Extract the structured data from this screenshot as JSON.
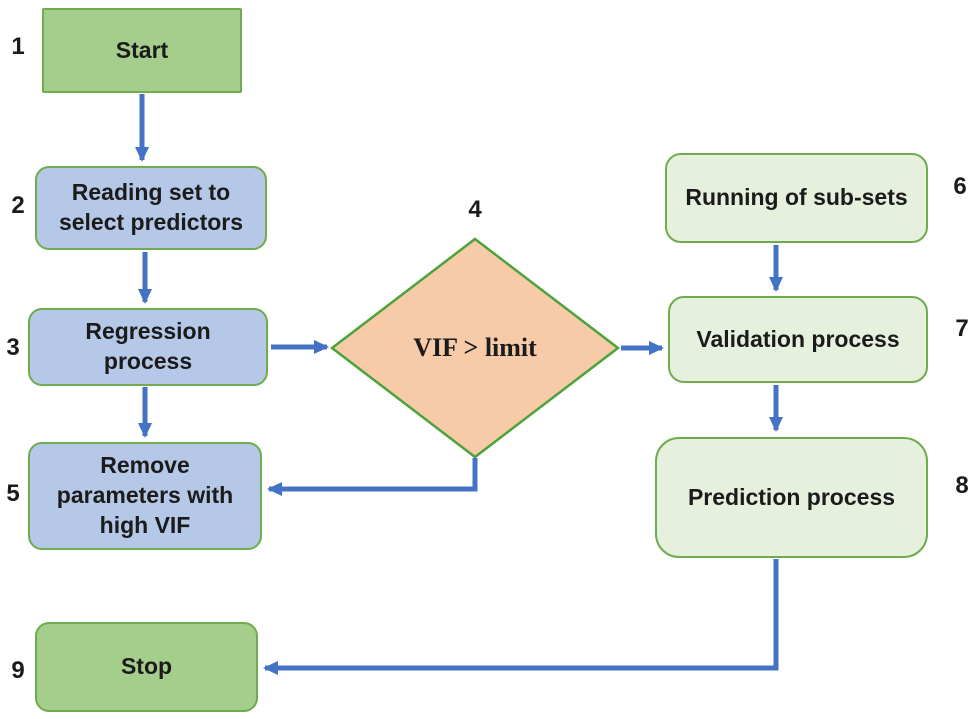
{
  "title": "VIF regression flowchart",
  "colors": {
    "arrow": "#4472C4",
    "green_fill": "#A5CE8C",
    "green_border": "#6FAC4D",
    "blue_fill": "#B5C8E8",
    "light_green_fill": "#E5F0DD",
    "diamond_fill": "#F7CAA8",
    "diamond_border": "#4CA339",
    "text": "#1b1b1b"
  },
  "nodes": {
    "start": {
      "number": "1",
      "label": "Start"
    },
    "reading": {
      "number": "2",
      "label": "Reading set to select predictors"
    },
    "regression": {
      "number": "3",
      "label": "Regression process"
    },
    "vif": {
      "number": "4",
      "label": "VIF > limit"
    },
    "remove": {
      "number": "5",
      "label": "Remove parameters with high VIF"
    },
    "running": {
      "number": "6",
      "label": "Running of sub-sets"
    },
    "validation": {
      "number": "7",
      "label": "Validation process"
    },
    "prediction": {
      "number": "8",
      "label": "Prediction process"
    },
    "stop": {
      "number": "9",
      "label": "Stop"
    }
  }
}
